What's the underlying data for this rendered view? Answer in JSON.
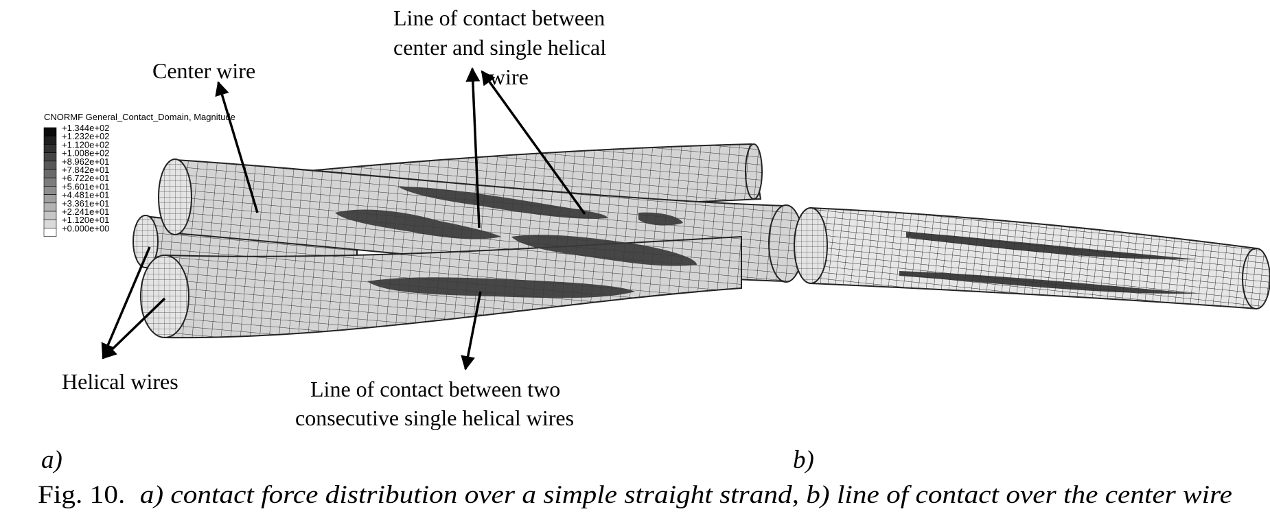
{
  "figure": {
    "panel_a_label": "a)",
    "panel_b_label": "b)",
    "caption_prefix": "Fig. 10.",
    "caption_text": "a) contact force distribution over a simple straight strand, b) line of contact over the center wire"
  },
  "annotations": {
    "center_wire": "Center wire",
    "contact_center_helical": [
      "Line of contact between",
      "center and single helical",
      "wire"
    ],
    "helical_wires": "Helical wires",
    "contact_two_helical": [
      "Line of contact between two",
      "consecutive single helical wires"
    ]
  },
  "legend": {
    "title": "CNORMF   General_Contact_Domain, Magnitude",
    "values": [
      "+1.344e+02",
      "+1.232e+02",
      "+1.120e+02",
      "+1.008e+02",
      "+8.962e+01",
      "+7.842e+01",
      "+6.722e+01",
      "+5.601e+01",
      "+4.481e+01",
      "+3.361e+01",
      "+2.241e+01",
      "+1.120e+01",
      "+0.000e+00"
    ],
    "colors": [
      "#0a0a0a",
      "#1e1e1e",
      "#303030",
      "#444444",
      "#585858",
      "#6a6a6a",
      "#7c7c7c",
      "#8e8e8e",
      "#a0a0a0",
      "#b2b2b2",
      "#c6c6c6",
      "#dadada",
      "#ffffff"
    ]
  }
}
